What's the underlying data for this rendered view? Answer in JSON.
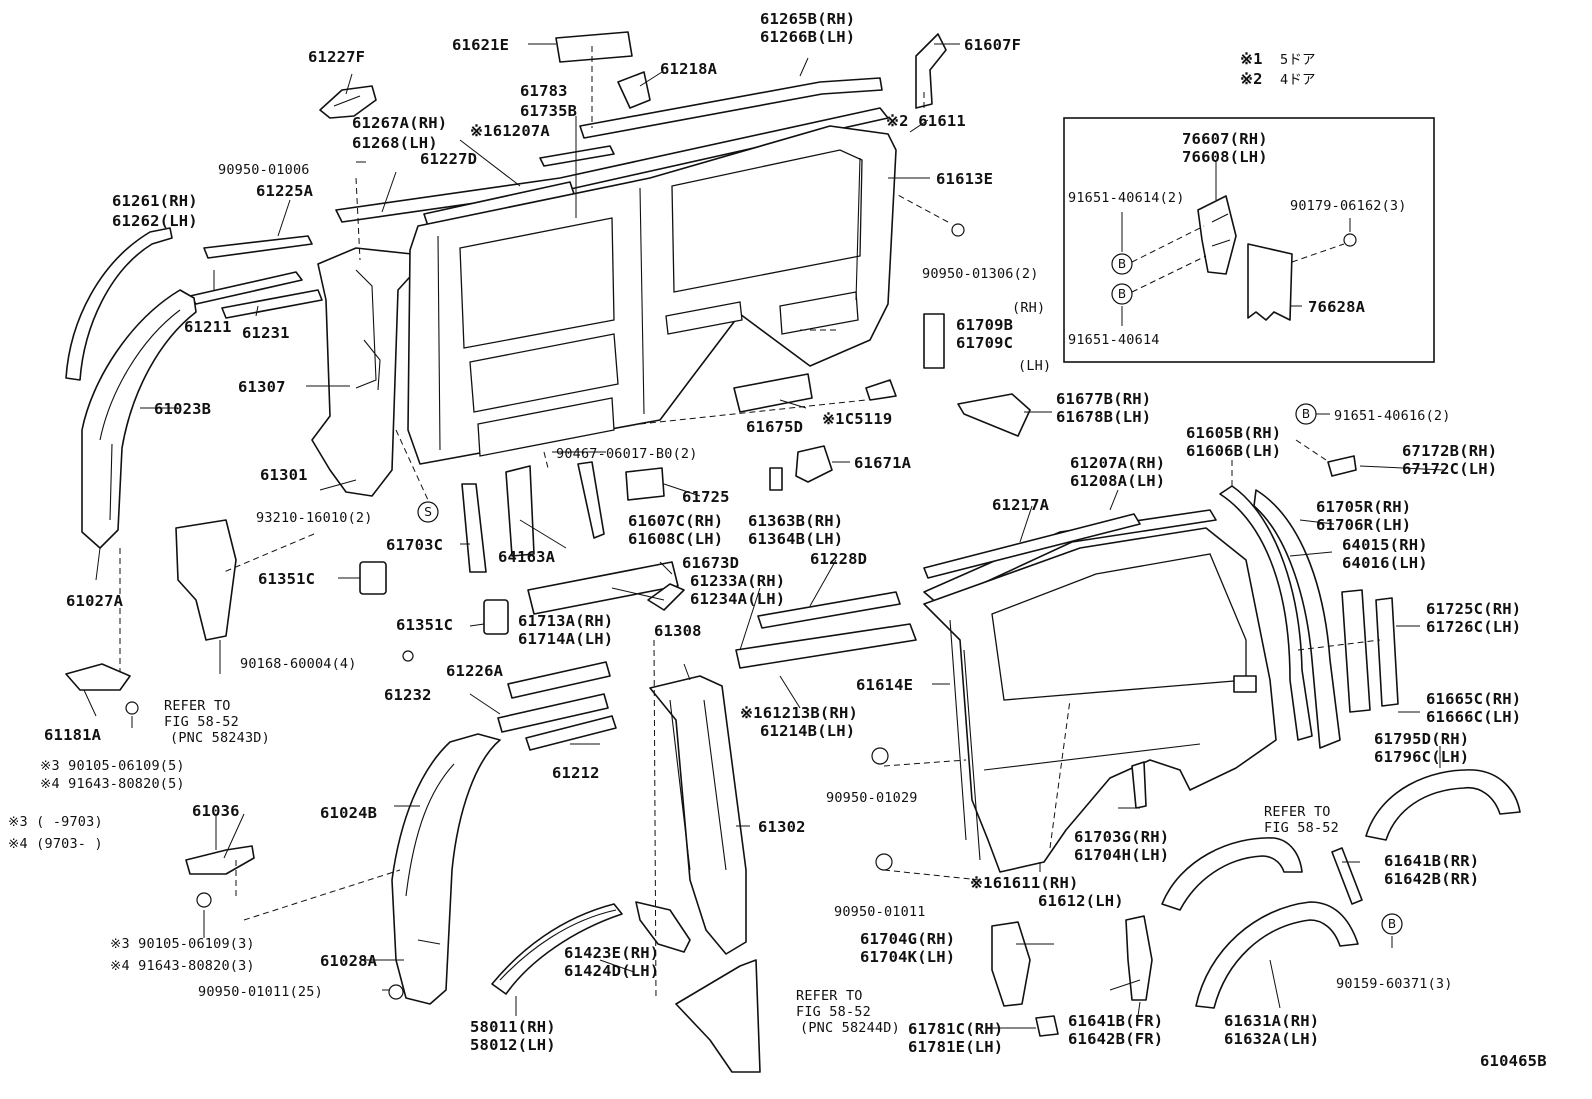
{
  "diagram_id": "610465B",
  "legend": [
    {
      "mark": "※1",
      "text": "5ドア"
    },
    {
      "mark": "※2",
      "text": "4ドア"
    }
  ],
  "notes": {
    "note3": "※3 (      -9703)",
    "note4": "※4 (9703-      )"
  },
  "refer_left": {
    "line1": "REFER TO",
    "line2": "FIG 58-52",
    "line3": "(PNC 58243D)"
  },
  "refer_center": {
    "line1": "REFER TO",
    "line2": "FIG 58-52",
    "line3": "(PNC 58244D)"
  },
  "refer_right": {
    "line1": "REFER TO",
    "line2": "FIG 58-52"
  },
  "inset_labels": [
    "76607(RH)",
    "76608(LH)",
    "91651-40614(2)",
    "90179-06162(3)",
    "76628A",
    "91651-40614"
  ],
  "fastener_mark": "B",
  "screw_mark": "S",
  "labels": [
    "61227F",
    "61621E",
    "61265B(RH)",
    "61266B(LH)",
    "61607F",
    "61218A",
    "61783",
    "61735B",
    "61267A(RH)",
    "※161207A",
    "61268(LH)",
    "※2 61611",
    "90950-01006",
    "61227D",
    "61613E",
    "61261(RH)",
    "61225A",
    "61262(LH)",
    "90950-01306(2)",
    "(RH)",
    "61709B",
    "61709C",
    "(LH)",
    "61211",
    "61231",
    "61023B",
    "61307",
    "61675D",
    "※1C5119",
    "61677B(RH)",
    "61678B(LH)",
    "91651-40616(2)",
    "61605B(RH)",
    "61606B(LH)",
    "67172B(RH)",
    "67172C(LH)",
    "61301",
    "90467-06017-B0(2)",
    "61671A",
    "61207A(RH)",
    "61208A(LH)",
    "61725",
    "93210-16010(2)",
    "61607C(RH)",
    "61608C(LH)",
    "61363B(RH)",
    "61364B(LH)",
    "61217A",
    "61705R(RH)",
    "61706R(LH)",
    "64015(RH)",
    "64016(LH)",
    "61703C",
    "64163A",
    "61673D",
    "61228D",
    "61027A",
    "61351C",
    "61233A(RH)",
    "61234A(LH)",
    "61725C(RH)",
    "61726C(LH)",
    "61351C",
    "61713A(RH)",
    "61714A(LH)",
    "61308",
    "90168-60004(4)",
    "61226A",
    "61614E",
    "61665C(RH)",
    "61666C(LH)",
    "61232",
    "※161213B(RH)",
    "61214B(LH)",
    "61181A",
    "61795D(RH)",
    "61796C(LH)",
    "※3 90105-06109(5)",
    "※4 91643-80820(5)",
    "61212",
    "90950-01029",
    "61036",
    "61024B",
    "61302",
    "61703G(RH)",
    "61704H(LH)",
    "61641B(RR)",
    "61642B(RR)",
    "※161611(RH)",
    "61612(LH)",
    "※3 90105-06109(3)",
    "※4 91643-80820(3)",
    "90950-01011",
    "61704G(RH)",
    "61704K(LH)",
    "61028A",
    "61423E(RH)",
    "61424D(LH)",
    "90159-60371(3)",
    "90950-01011(25)",
    "58011(RH)",
    "58012(LH)",
    "61781C(RH)",
    "61781E(LH)",
    "61641B(FR)",
    "61642B(FR)",
    "61631A(RH)",
    "61632A(LH)"
  ]
}
